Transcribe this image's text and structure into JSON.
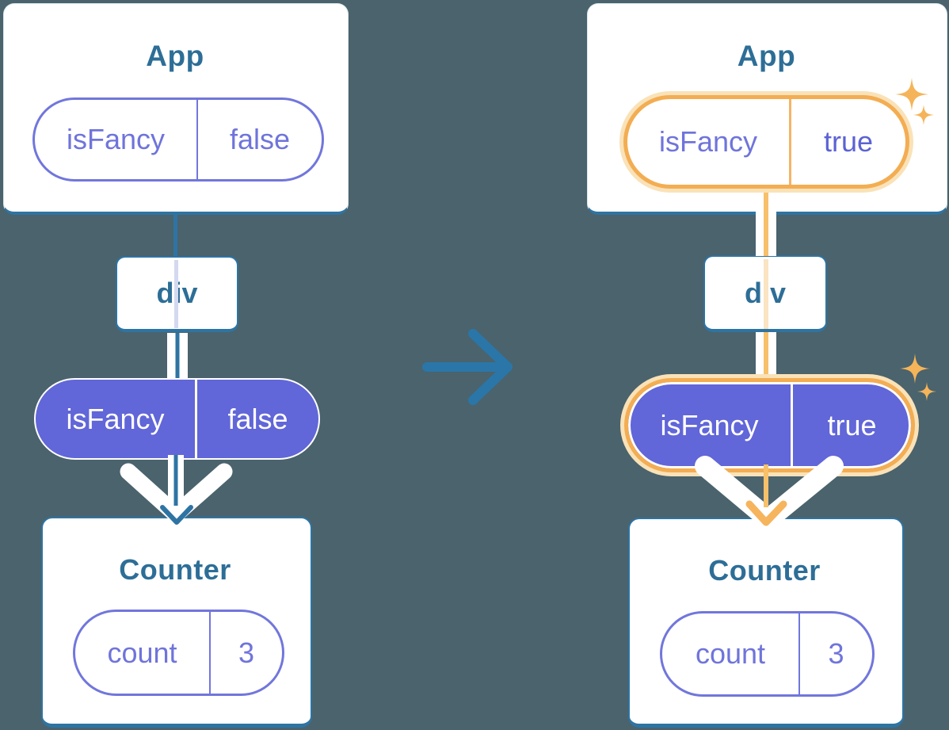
{
  "diagram_title": "Props flow through component tree: before and after isFancy state change",
  "colors": {
    "background": "#4A636D",
    "card_white": "#FFFFFF",
    "teal_line": "#2E74A3",
    "heading_text": "#2D6E97",
    "purple_fill": "#6166D8",
    "purple_text": "#6F74DB",
    "bold_value_purple": "#5B62D4",
    "orange_border": "#F3AD52",
    "orange_glow": "#FAE2B8",
    "orange_flow_line": "#F7C06A",
    "sparkle_orange": "#F5B459",
    "trace_lavender": "#D3D9F0",
    "trace_peach": "#FAE4C2",
    "transition_arrow_blue": "#2B76A8"
  },
  "left_tree": {
    "app_title": "App",
    "app_prop": {
      "name": "isFancy",
      "value": "false"
    },
    "div_label": "div",
    "passed_prop": {
      "name": "isFancy",
      "value": "false"
    },
    "counter_title": "Counter",
    "counter_state": {
      "name": "count",
      "value": "3"
    }
  },
  "right_tree": {
    "app_title": "App",
    "app_prop": {
      "name": "isFancy",
      "value": "true"
    },
    "div_label": "div",
    "passed_prop": {
      "name": "isFancy",
      "value": "true"
    },
    "counter_title": "Counter",
    "counter_state": {
      "name": "count",
      "value": "3"
    }
  },
  "icons": {
    "transition_arrow": "arrow-right",
    "sparkle": "four-point-star",
    "down_arrow_white": "chevron-down-white",
    "down_arrow_teal": "chevron-down-teal",
    "down_arrow_orange": "chevron-down-orange"
  }
}
